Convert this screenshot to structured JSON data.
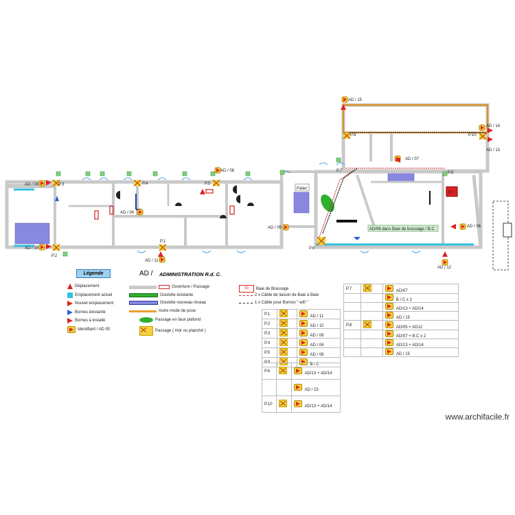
{
  "labels": {
    "ad15": "AD / 15",
    "ad14": "AD / 14",
    "ad13": "AD / 13",
    "ad07": "AD / 07",
    "ad09": "AD / 09",
    "ad10": "AD / 10",
    "ad08_top": "AD / 08",
    "ad04": "AD / 04",
    "ad05": "AD / 05",
    "ad11": "AD / 11",
    "ad06": "AD / 06",
    "ad12": "AD / 12",
    "p1": "P.1",
    "p2": "P.2",
    "p3": "P.3",
    "p4": "P.4",
    "p5": "P.5",
    "p6": "P.6",
    "p7": "P.7",
    "p8": "P.8",
    "p9": "P.9",
    "p10": "P.10",
    "palier": "Palier",
    "baie_label": "AD/06 dans Baie de brassage / B.C",
    "bc": "B C"
  },
  "legend": {
    "title": "Légende",
    "ad": "AD /",
    "admin": "ADMINISTRATION R.d. C.",
    "left_items": [
      "Déplacement",
      "Emplacement actuel",
      "Nouvel  emplacement",
      "Bornes éxistante",
      "Bornes à installé",
      "Identifiant / AD 00"
    ],
    "mid_items": [
      "Ouverture / Passage",
      "Goulotte éxistante",
      "Goulotte nouveau réseau",
      "Autre mode de pose",
      "Passage en faux plafond",
      "Passage ( mûr ou planché )"
    ],
    "cable_badge": "00",
    "cable_items": [
      "Baie de Brassage",
      "2 x Câble de liaison de Baie à Baie",
      "1 x Câble pour Bornes \" wifi \""
    ]
  },
  "table1": [
    {
      "p": "P.1",
      "ad": "AD / 11"
    },
    {
      "p": "P.2",
      "ad": "AD / 10"
    },
    {
      "p": "P.3",
      "ad": "AD / 09"
    },
    {
      "p": "P.4",
      "ad": "AD / 04"
    },
    {
      "p": "P.5",
      "ad": "AD / 08"
    },
    {
      "p": "P.9",
      "ad": "B / C"
    }
  ],
  "table2": [
    {
      "p": "P.6",
      "ad": "AD/13 + AD/14"
    },
    {
      "p": "",
      "ad": "AD / 15"
    },
    {
      "p": "P.10",
      "ad": "AD/13 + AD/14"
    }
  ],
  "table3": [
    {
      "p": "P.7",
      "ad": "AD/07"
    },
    {
      "p": "",
      "ad": "B / C x 2"
    },
    {
      "p": "",
      "ad": "AD/13 + AD/14"
    },
    {
      "p": "",
      "ad": "AD / 15"
    },
    {
      "p": "P.8",
      "ad": "AD/05 + AD12"
    },
    {
      "p": "",
      "ad": "AD/07 + B.C x 2"
    },
    {
      "p": "",
      "ad": "AD/13 + AD/14"
    },
    {
      "p": "",
      "ad": "AD / 15"
    }
  ],
  "watermark": "www.archifacile.fr"
}
